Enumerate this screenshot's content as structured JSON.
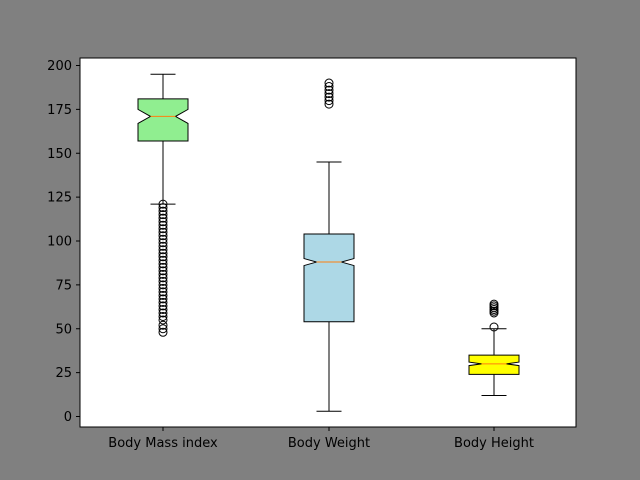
{
  "chart_data": {
    "type": "boxplot",
    "title": "",
    "xlabel": "",
    "ylabel": "",
    "ylim": [
      -6,
      205
    ],
    "yticks": [
      0,
      25,
      50,
      75,
      100,
      125,
      150,
      175,
      200
    ],
    "grid": false,
    "notched": true,
    "categories": [
      "Body Mass index",
      "Body Weight",
      "Body Height"
    ],
    "boxes": [
      {
        "label": "Body Mass index",
        "color": "#90ee90",
        "whisker_low": 121,
        "q1": 157,
        "median": 171,
        "q3": 181,
        "whisker_high": 195,
        "notch_low": 167,
        "notch_high": 175,
        "outliers": [
          48,
          50,
          52,
          55,
          57,
          59,
          61,
          63,
          65,
          67,
          69,
          71,
          73,
          75,
          77,
          79,
          81,
          83,
          85,
          87,
          89,
          91,
          93,
          95,
          97,
          99,
          101,
          103,
          105,
          107,
          109,
          111,
          113,
          115,
          117,
          119,
          121
        ]
      },
      {
        "label": "Body Weight",
        "color": "#add8e6",
        "whisker_low": 3,
        "q1": 54,
        "median": 88,
        "q3": 104,
        "whisker_high": 145,
        "notch_low": 86,
        "notch_high": 90,
        "outliers": [
          178,
          180,
          182,
          184,
          186,
          188,
          190
        ]
      },
      {
        "label": "Body Height",
        "color": "#ffff00",
        "whisker_low": 12,
        "q1": 24,
        "median": 30,
        "q3": 35,
        "whisker_high": 50,
        "notch_low": 29,
        "notch_high": 31,
        "outliers": [
          51,
          59,
          60,
          61,
          62,
          63,
          64
        ]
      }
    ],
    "median_color": "#ff7f0e",
    "background": "#808080",
    "plot_background": "#ffffff"
  }
}
